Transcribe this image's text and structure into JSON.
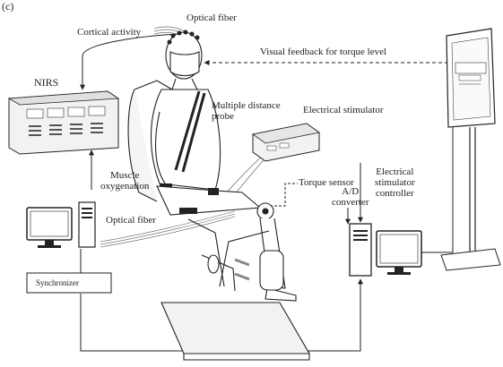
{
  "panel_label": "(c)",
  "labels": {
    "optical_fiber_top": "Optical fiber",
    "cortical_activity": "Cortical activity",
    "visual_feedback": "Visual  feedback for torque level",
    "nirs": "NIRS",
    "multiple_distance_probe": "Multiple distance\nprobe",
    "electrical_stimulator": "Electrical stimulator",
    "muscle_oxygenation": "Muscle\noxygenation",
    "torque_sensor": "Torque sensor",
    "ad_converter": "A/D\nconverter",
    "electrical_stimulator_controller": "Electrical\nstimulator\ncontroller",
    "optical_fiber_bottom": "Optical fiber",
    "synchronizer": "Synchronizer"
  },
  "colors": {
    "line": "#222222",
    "device_fill": "#f2f2f2",
    "screen_fill": "#ffffff"
  }
}
